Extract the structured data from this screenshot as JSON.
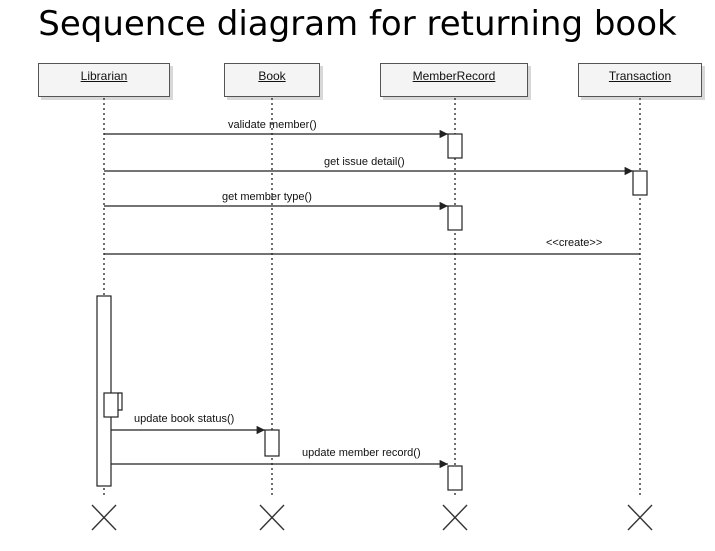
{
  "title": "Sequence diagram for returning book",
  "lifelines": [
    {
      "id": "librarian",
      "label": "Librarian"
    },
    {
      "id": "book",
      "label": "Book"
    },
    {
      "id": "member_record",
      "label": "MemberRecord"
    },
    {
      "id": "transaction",
      "label": "Transaction"
    }
  ],
  "messages": [
    {
      "label": "validate member()",
      "from": "librarian",
      "to": "member_record",
      "arrow": "filled"
    },
    {
      "label": "get issue detail()",
      "from": "librarian",
      "to": "transaction",
      "arrow": "filled"
    },
    {
      "label": "get member type()",
      "from": "librarian",
      "to": "member_record",
      "arrow": "filled"
    },
    {
      "label": "<<create>>",
      "from": "transaction",
      "to": "librarian",
      "arrow": "none"
    },
    {
      "label": "update book status()",
      "from": "librarian",
      "to": "book",
      "arrow": "filled"
    },
    {
      "label": "update member record()",
      "from": "librarian",
      "to": "member_record",
      "arrow": "filled"
    }
  ],
  "colors": {
    "line": "#222222",
    "box_fill": "#f4f4f4",
    "box_border": "#555555"
  }
}
